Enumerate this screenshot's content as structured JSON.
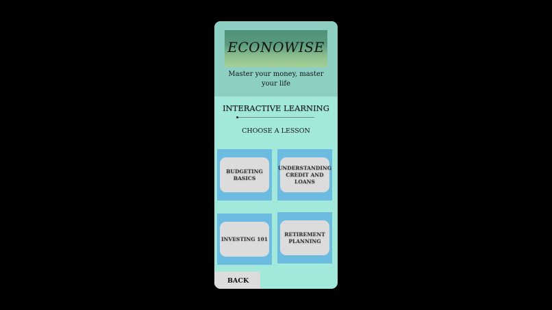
{
  "app": {
    "title": "ECONOWISE",
    "tagline": "Master your money, master your life"
  },
  "main": {
    "section_title": "INTERACTIVE LEARNING",
    "subtitle": "CHOOSE A LESSON",
    "lessons": [
      {
        "label": "BUDGETING BASICS"
      },
      {
        "label": "UNDERSTANDING CREDIT AND LOANS"
      },
      {
        "label": "INVESTING 101"
      },
      {
        "label": "RETIREMENT PLANNING"
      }
    ]
  },
  "footer": {
    "back_label": "BACK"
  },
  "colors": {
    "background": "#000000",
    "phone_bg": "#a2e9dc",
    "header_bg": "#8dcfc3",
    "card_bg": "#6bbce0",
    "card_inner": "#dcdcdc",
    "logo_gradient_top": "#4f927a",
    "logo_gradient_bottom": "#a5cf95"
  }
}
